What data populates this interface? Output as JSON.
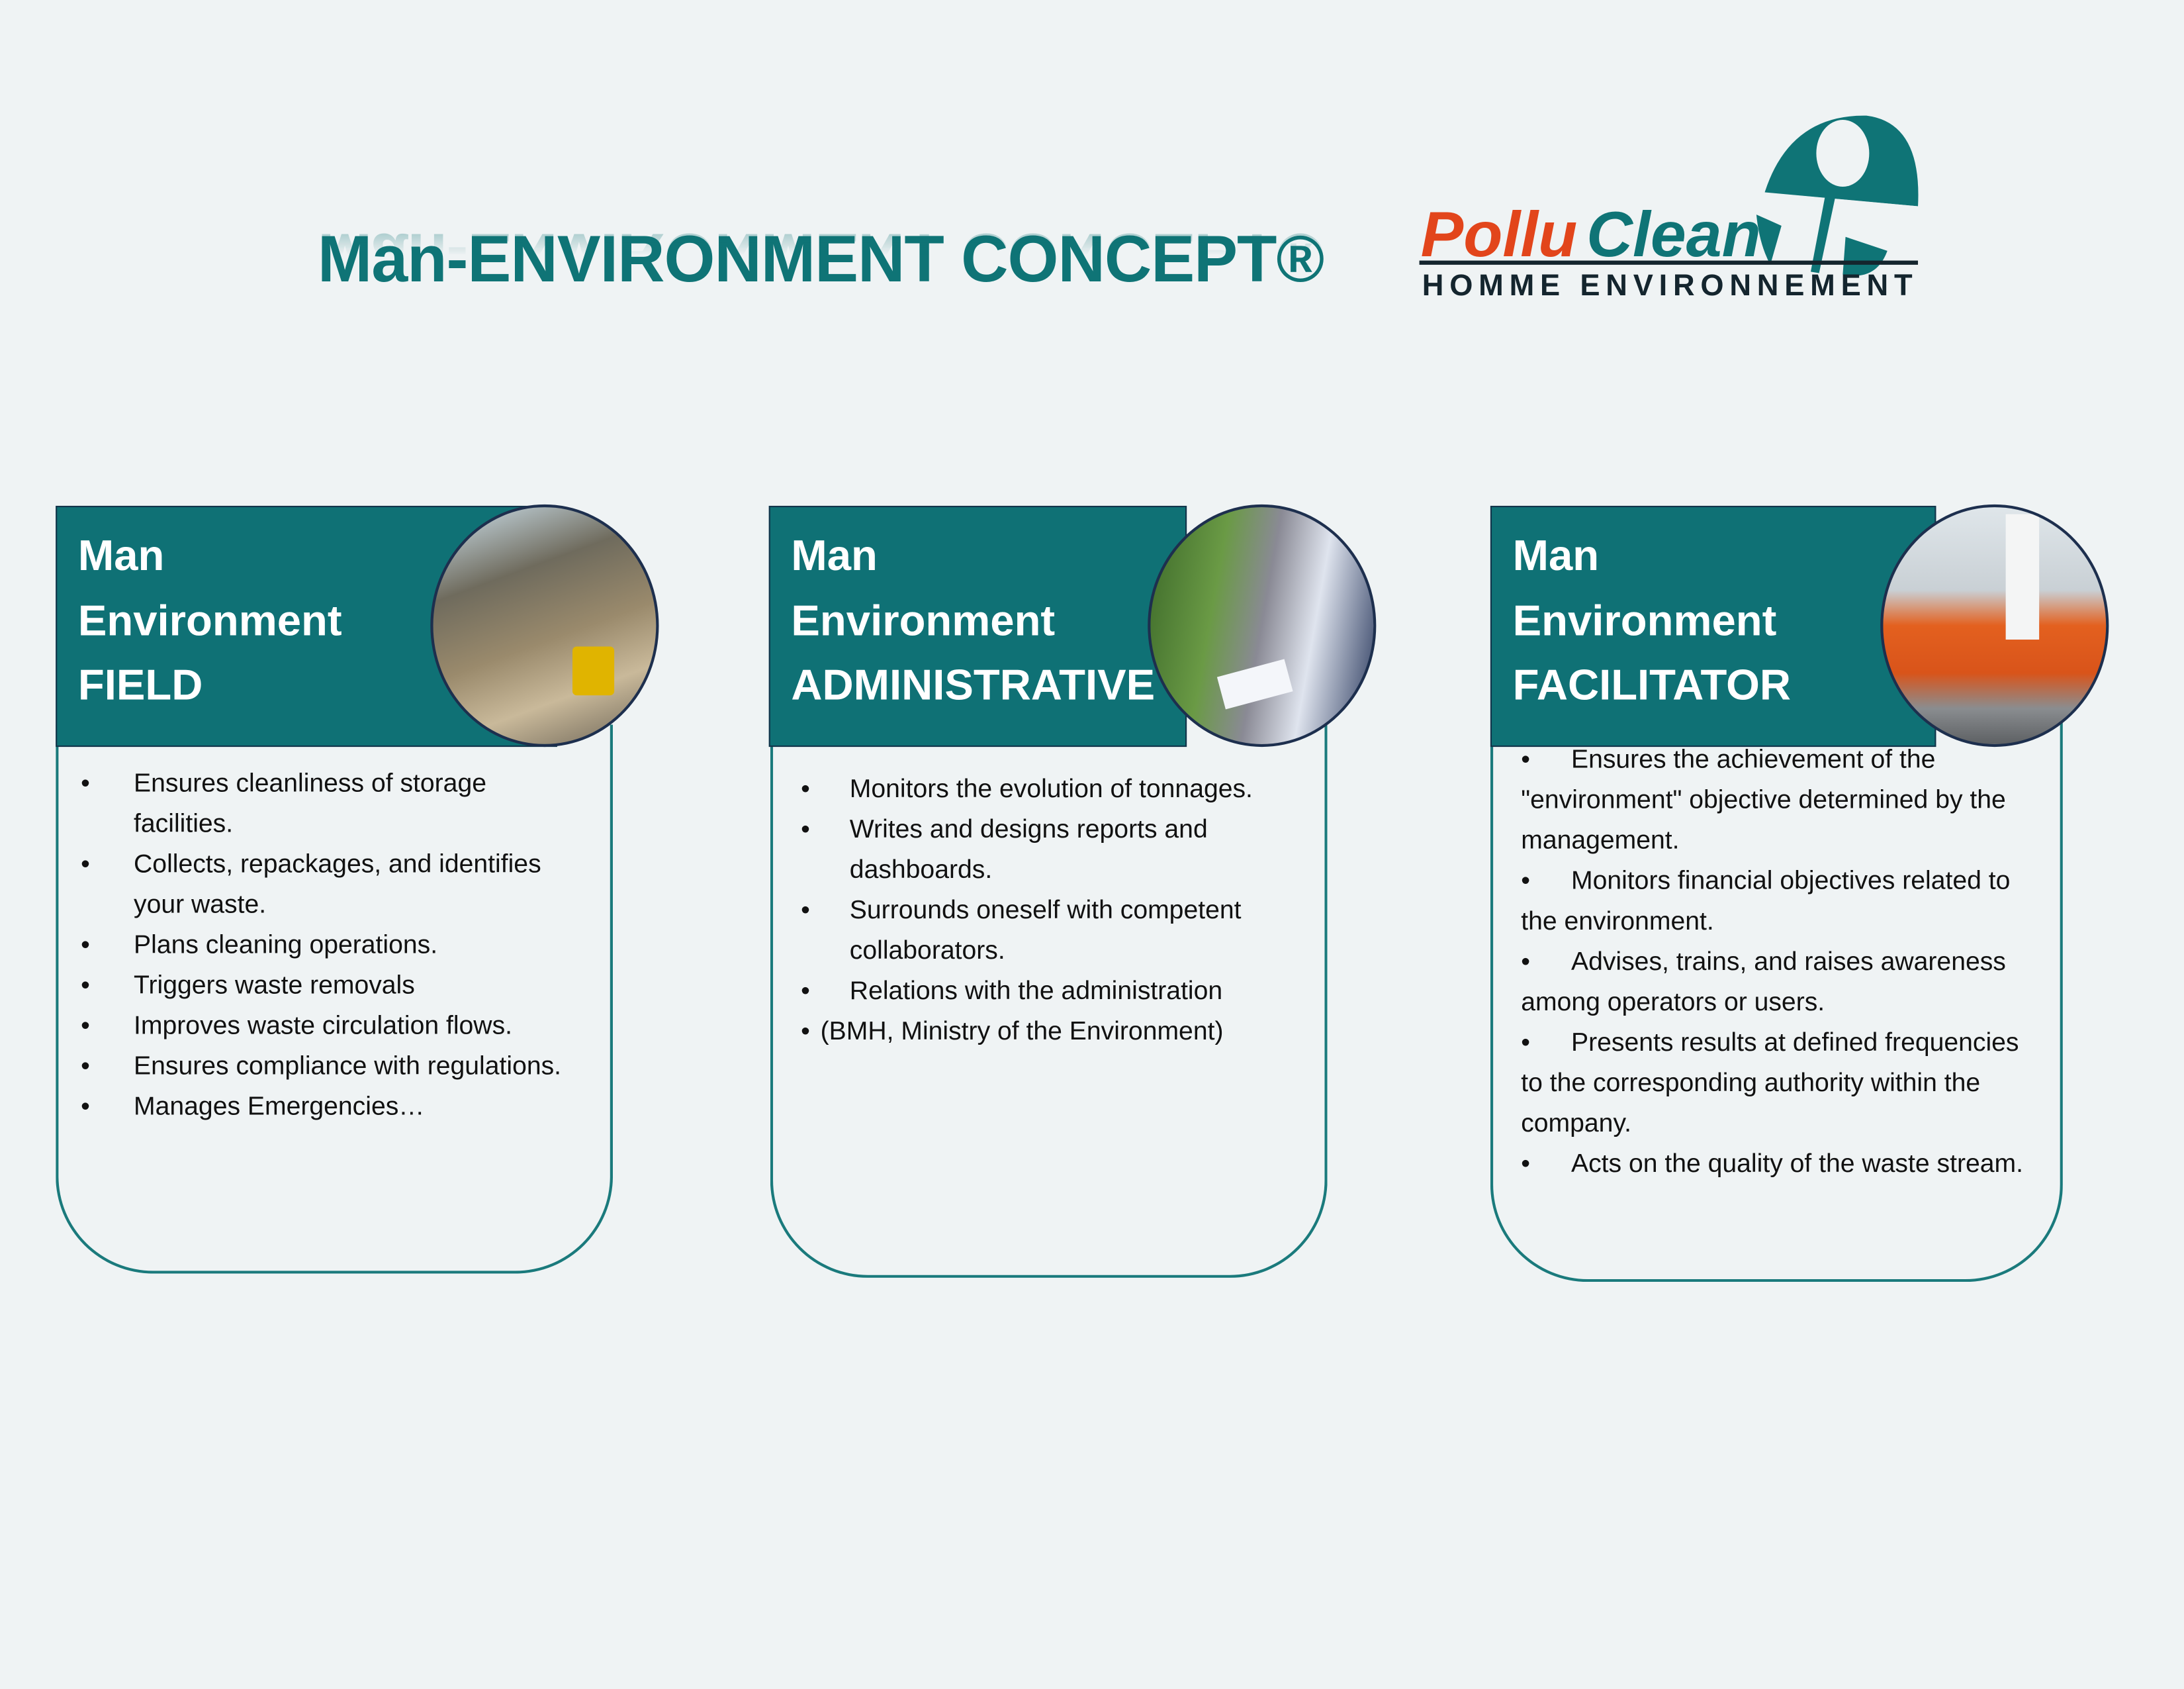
{
  "title": "Man-ENVIRONMENT CONCEPT®",
  "logo": {
    "brand_part1": "Pollu",
    "brand_part2": "Clean",
    "tagline": "HOMME ENVIRONNEMENT",
    "colors": {
      "orange": "#e2451b",
      "teal": "#0f7476",
      "dark": "#14252e"
    }
  },
  "cards": [
    {
      "title_lines": [
        "Man",
        "Environment",
        "FIELD"
      ],
      "photo": "warehouse-forklift-photo",
      "items": [
        "Ensures cleanliness of storage facilities.",
        "Collects, repackages, and identifies your waste.",
        "Plans cleaning operations.",
        "Triggers waste removals",
        "Improves waste circulation flows.",
        "Ensures compliance with regulations.",
        "Manages Emergencies…"
      ]
    },
    {
      "title_lines": [
        "Man",
        "Environment",
        "ADMINISTRATIVE"
      ],
      "photo": "people-reviewing-documents-photo",
      "items": [
        "Monitors the evolution of tonnages.",
        "Writes and designs reports and dashboards.",
        "Surrounds oneself with competent collaborators.",
        "Relations with the administration",
        "(BMH, Ministry of the Environment)"
      ]
    },
    {
      "title_lines": [
        "Man",
        "Environment",
        "FACILITATOR"
      ],
      "photo": "workers-in-orange-vests-photo",
      "items": [
        "Ensures the achievement of the \"environment\" objective determined by the management.",
        "Monitors financial objectives related to the environment.",
        "Advises, trains, and raises awareness among operators or users.",
        "Presents results at defined frequencies to the corresponding authority within the company.",
        "Acts on the quality of the waste stream."
      ]
    }
  ],
  "colors": {
    "accent": "#0f7175",
    "background": "#eff3f4"
  }
}
